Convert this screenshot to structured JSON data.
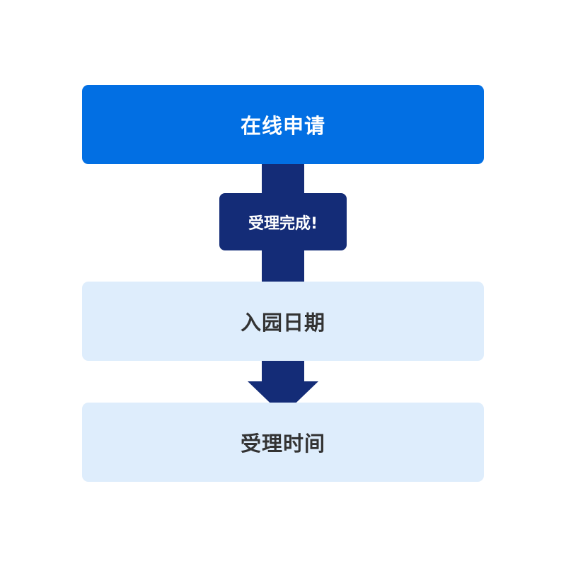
{
  "flow": {
    "step1": "在线申请",
    "status_badge": "受理完成!",
    "step2": "入园日期",
    "step3": "受理时间"
  },
  "colors": {
    "primary": "#026fe3",
    "dark": "#142c77",
    "light": "#deedfc",
    "text_dark": "#333333"
  }
}
